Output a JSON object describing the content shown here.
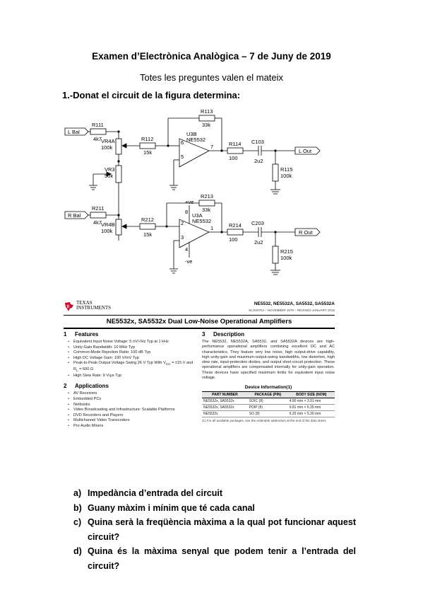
{
  "title": "Examen d’Electrònica Analògica – 7 de Juny de 2019",
  "subtitle": "Totes les preguntes valen el mateix",
  "question": "1.-Donat el circuit de la figura determina:",
  "circuit": {
    "inputs": [
      "L Bal",
      "R Bal"
    ],
    "outputs": [
      "L Out",
      "R Out"
    ],
    "components": [
      {
        "ref": "R111",
        "value": "4k7"
      },
      {
        "ref": "VR4A",
        "value": "100k"
      },
      {
        "ref": "R112",
        "value": "15k"
      },
      {
        "ref": "R113",
        "value": "33k"
      },
      {
        "ref": "U3B",
        "value": "NE5532"
      },
      {
        "ref": "R114",
        "value": "100"
      },
      {
        "ref": "C103",
        "value": "2u2"
      },
      {
        "ref": "R115",
        "value": "100k"
      },
      {
        "ref": "VR3",
        "value": "50k"
      },
      {
        "ref": "R211",
        "value": "4k7"
      },
      {
        "ref": "VR4B",
        "value": "100k"
      },
      {
        "ref": "R212",
        "value": "15k"
      },
      {
        "ref": "R213",
        "value": "33k"
      },
      {
        "ref": "U3A",
        "value": "NE5532"
      },
      {
        "ref": "R214",
        "value": "100"
      },
      {
        "ref": "C203",
        "value": "2u2"
      },
      {
        "ref": "R215",
        "value": "100k"
      }
    ],
    "pins": {
      "u3b_inv": "6",
      "u3b_noninv": "5",
      "u3b_out": "7",
      "u3a_v": "8",
      "u3a_inv": "2",
      "u3a_noninv": "3",
      "u3a_gnd": "4",
      "u3a_out": "1"
    },
    "supplies": {
      "pos": "+ve",
      "neg": "-ve"
    }
  },
  "datasheet": {
    "brand_line1": "TEXAS",
    "brand_line2": "INSTRUMENTS",
    "parts": "NE5532, NE5532A, SA5532, SA5532A",
    "docline": "SLOS075J – NOVEMBER 1979 – REVISED JANUARY 2015",
    "title": "NE5532x, SA5532x Dual Low-Noise Operational Amplifiers",
    "features_num": "1",
    "features_heading": "Features",
    "features": [
      "Equivalent Input Noise Voltage: 5 nV/√Hz Typ at 1 kHz",
      "Unity-Gain Bandwidth: 10 MHz Typ",
      "Common-Mode Rejection Ratio: 100 dB Typ",
      "High DC Voltage Gain: 100 V/mV Typ",
      "Peak-to-Peak Output Voltage Swing 26 V Typ With V<sub>CC</sub> = ±15 V and R<sub>L</sub> = 600 Ω",
      "High Slew Rate: 9 V/μs Typ"
    ],
    "applications_num": "2",
    "applications_heading": "Applications",
    "applications": [
      "AV Receivers",
      "Embedded PCs",
      "Netbooks",
      "Video Broadcasting and Infrastructure: Scalable Platforms",
      "DVD Recorders and Players",
      "Multichannel Video Transcoders",
      "Pro Audio Mixers"
    ],
    "description_num": "3",
    "description_heading": "Description",
    "description": "The NE5532, NE5532A, SA5532, and SA5532A devices are high-performance operational amplifiers combining excellent DC and AC characteristics. They feature very low noise, high output-drive capability, high unity-gain and maximum-output-swing bandwidths, low distortion, high slew rate, input-protection diodes, and output short-circuit protection. These operational amplifiers are compensated internally for unity-gain operation. These devices have specified maximum limits for equivalent input noise voltage.",
    "device_info_title": "Device Information(1)",
    "table_headers": [
      "PART NUMBER",
      "PACKAGE (PIN)",
      "BODY SIZE (NOM)"
    ],
    "table_rows": [
      [
        "NE5532x, SA5532x",
        "SOIC (8)",
        "4.90 mm × 3.91 mm"
      ],
      [
        "NE5532x, SA5532x",
        "PDIP (8)",
        "9.81 mm × 6.35 mm"
      ],
      [
        "NE5532x",
        "SO (8)",
        "6.20 mm × 5.30 mm"
      ]
    ],
    "footnote": "(1) For all available packages, see the orderable addendum at the end of the data sheet."
  },
  "answers": [
    {
      "label": "a)",
      "text": "Impedància d’entrada del circuit"
    },
    {
      "label": "b)",
      "text": "Guany màxim i mínim que té cada canal"
    },
    {
      "label": "c)",
      "text": "Quina serà la freqüència màxima a la qual pot funcionar aquest circuit?"
    },
    {
      "label": "d)",
      "text": "Quina és la màxima senyal que podem tenir a l’entrada del circuit?"
    }
  ]
}
